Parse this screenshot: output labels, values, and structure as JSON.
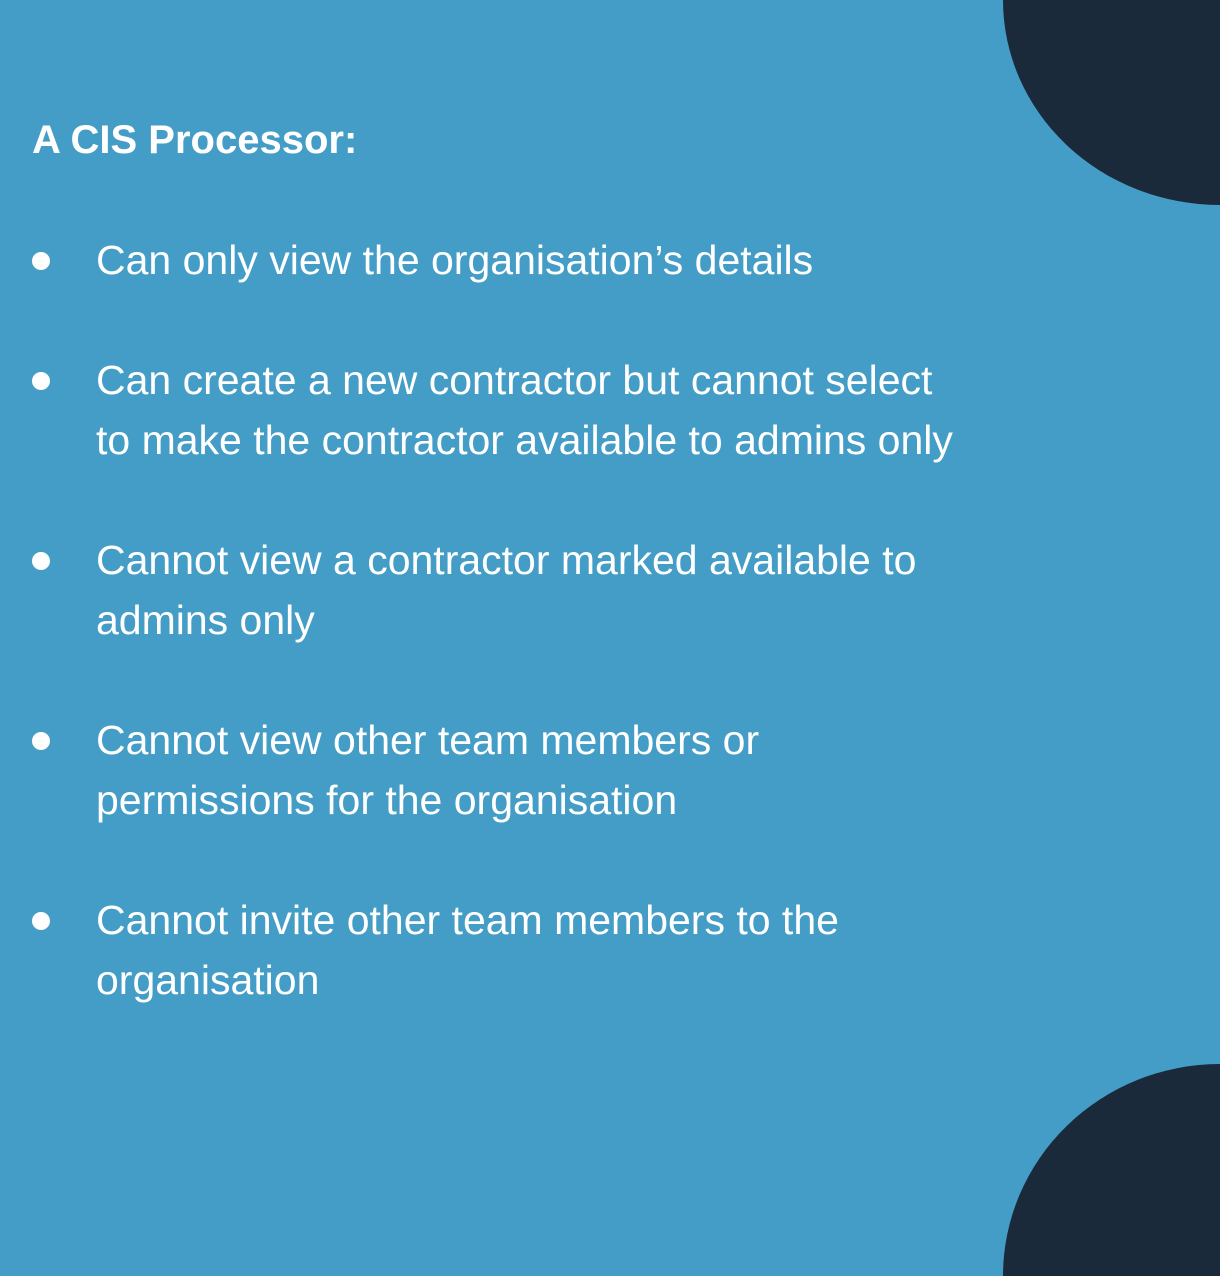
{
  "title": "A CIS Processor:",
  "items": [
    "Can only view the organisation’s details",
    "Can create a new contractor but cannot select to make the contractor available to admins only",
    "Cannot view a contractor marked available to admins only",
    "Cannot view other team members or permissions for the organisation",
    "Cannot invite other team members to the organisation"
  ],
  "colors": {
    "background": "#449DC6",
    "accent": "#1A2A3A"
  }
}
